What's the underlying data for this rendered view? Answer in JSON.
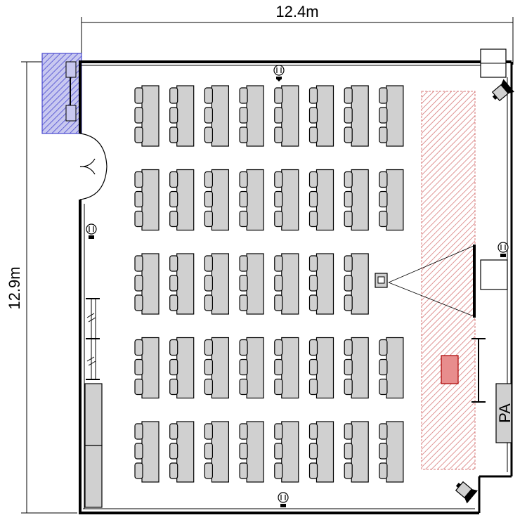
{
  "dimensions": {
    "width_label": "12.4m",
    "height_label": "12.9m"
  },
  "equipment": {
    "pa_label": "PA"
  },
  "colors": {
    "desk_fill": "#d0d0d0",
    "stage_hatch": "#d77a7a",
    "podium_fill": "#e88d8d",
    "pillar_hatch": "#4a4ad0",
    "pillar_fill": "#c8c8f0"
  },
  "seating": {
    "rows": 5,
    "columns": 8,
    "omitted": [
      [
        2,
        7
      ]
    ]
  },
  "icons": {
    "outlet": "outlet-icon",
    "speaker": "speaker-icon",
    "projector": "projector-icon"
  }
}
